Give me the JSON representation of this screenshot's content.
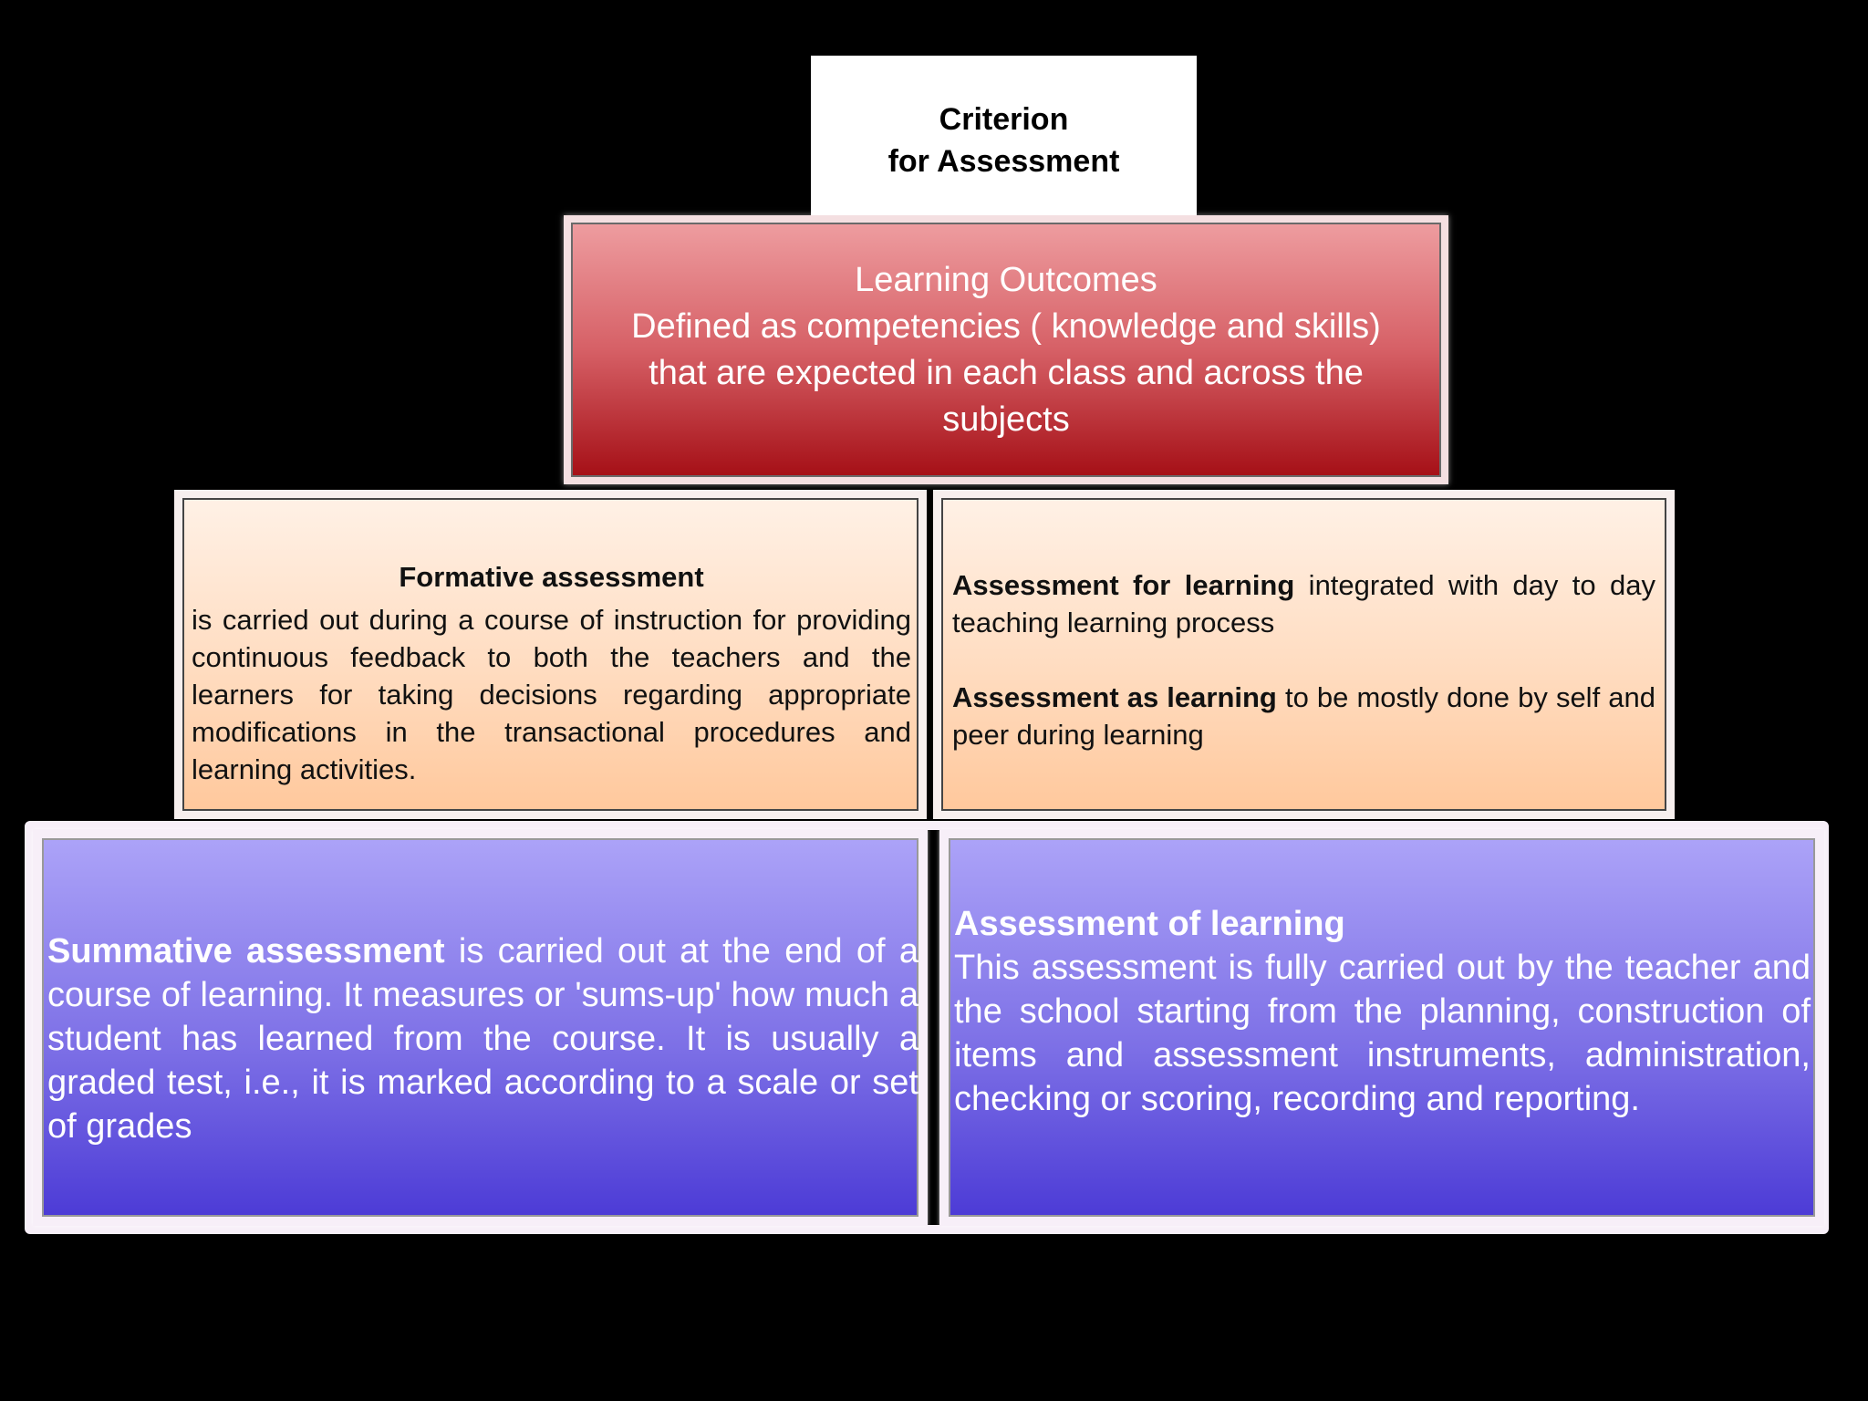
{
  "title_card": {
    "line1": "Criterion",
    "line2": "for Assessment"
  },
  "learning_outcomes": {
    "line1": "Learning Outcomes",
    "line2": "Defined as competencies ( knowledge and skills)",
    "line3": "that are expected in each class and across the",
    "line4": "subjects"
  },
  "formative": {
    "heading": "Formative assessment",
    "body": "is carried out during a course of instruction for providing continuous feedback to both the teachers and the learners for taking decisions regarding appropriate modifications in the transactional procedures and learning activities."
  },
  "assessment_for_as": {
    "for_bold": "Assessment for learning",
    "for_rest": " integrated with day to day teaching learning process",
    "as_bold": "Assessment as learning",
    "as_rest": " to be mostly done by self and peer during learning"
  },
  "summative": {
    "bold": "Summative assessment",
    "rest": " is carried out at the end of a course of learning. It measures or 'sums-up' how much a student has learned from the course. It is usually a graded test, i.e., it is marked according to a scale or set of grades"
  },
  "assessment_of": {
    "heading": "Assessment of learning",
    "body": " This assessment is fully carried out by the teacher and the school starting from  the planning, construction of items and assessment instruments, administration, checking or scoring, recording and reporting."
  }
}
